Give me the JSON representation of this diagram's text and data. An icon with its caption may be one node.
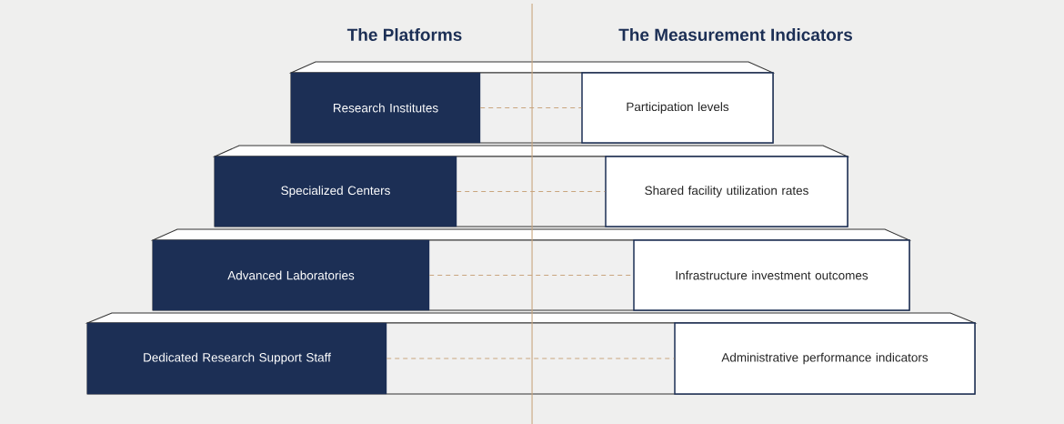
{
  "diagram": {
    "nodes": [
      {
        "text": [
          "Research Institutes"
        ]
      },
      {
        "text": [
          "Participation levels"
        ]
      },
      {
        "text": [
          "Specialized Centers"
        ]
      },
      {
        "text": [
          "Shared facility utilization rates"
        ]
      },
      {
        "text": [
          "Advanced Laboratories"
        ]
      },
      {
        "text": [
          "Infrastructure investment outcomes"
        ]
      },
      {
        "text": [
          "Dedicated Research Support Staff"
        ]
      },
      {
        "text": [
          "Administrative performance indicators"
        ]
      }
    ],
    "edges": [
      {
        "from": 0,
        "to": 1,
        "arrow": "none",
        "style": "dashed"
      },
      {
        "from": 2,
        "to": 3,
        "arrow": "none",
        "style": "dashed"
      },
      {
        "from": 4,
        "to": 5,
        "arrow": "none",
        "style": "dashed"
      },
      {
        "from": 6,
        "to": 7,
        "arrow": "none",
        "style": "dashed"
      }
    ],
    "labels": [
      "The Platforms",
      "The Measurement Indicators"
    ]
  }
}
